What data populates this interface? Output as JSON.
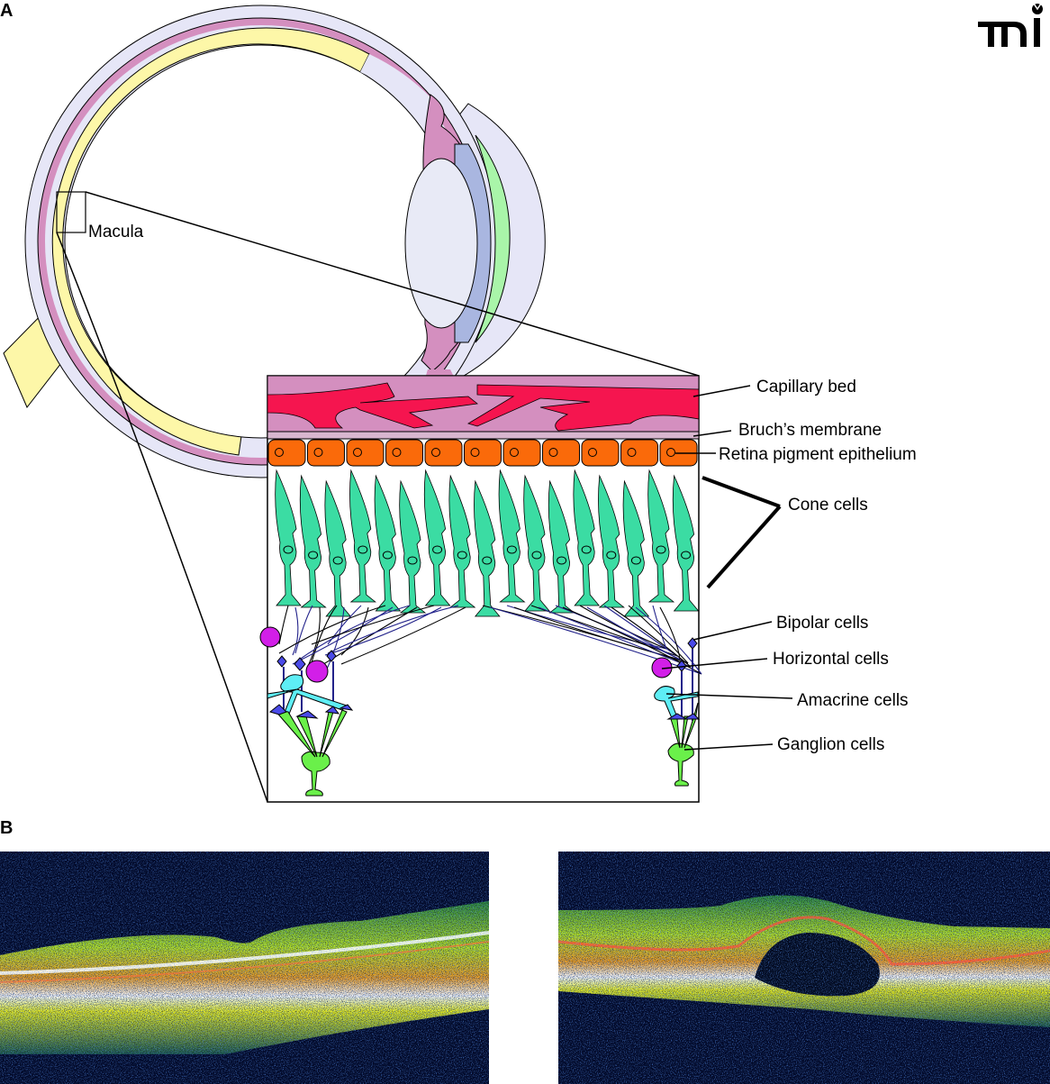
{
  "panels": {
    "a": "A",
    "b": "B"
  },
  "logo": {
    "text": "mi"
  },
  "eye": {
    "macula_label": "Macula"
  },
  "retina_labels": {
    "capillary_bed": "Capillary bed",
    "bruchs_membrane": "Bruch’s membrane",
    "rpe": "Retina pigment epithelium",
    "cone_cells": "Cone cells",
    "bipolar_cells": "Bipolar cells",
    "horizontal_cells": "Horizontal cells",
    "amacrine_cells": "Amacrine cells",
    "ganglion_cells": "Ganglion cells"
  },
  "colors": {
    "sclera": "#e6e6f7",
    "choroid": "#d48fbf",
    "retina": "#fdf7a8",
    "capillary": "#f5154f",
    "rpe": "#fa6a0a",
    "cone": "#3bdca3",
    "bipolar": "#4a4ae8",
    "horizontal": "#d21fe8",
    "amacrine": "#5eeef5",
    "ganglion": "#6af04a",
    "oct_bg": "#020a2a"
  }
}
